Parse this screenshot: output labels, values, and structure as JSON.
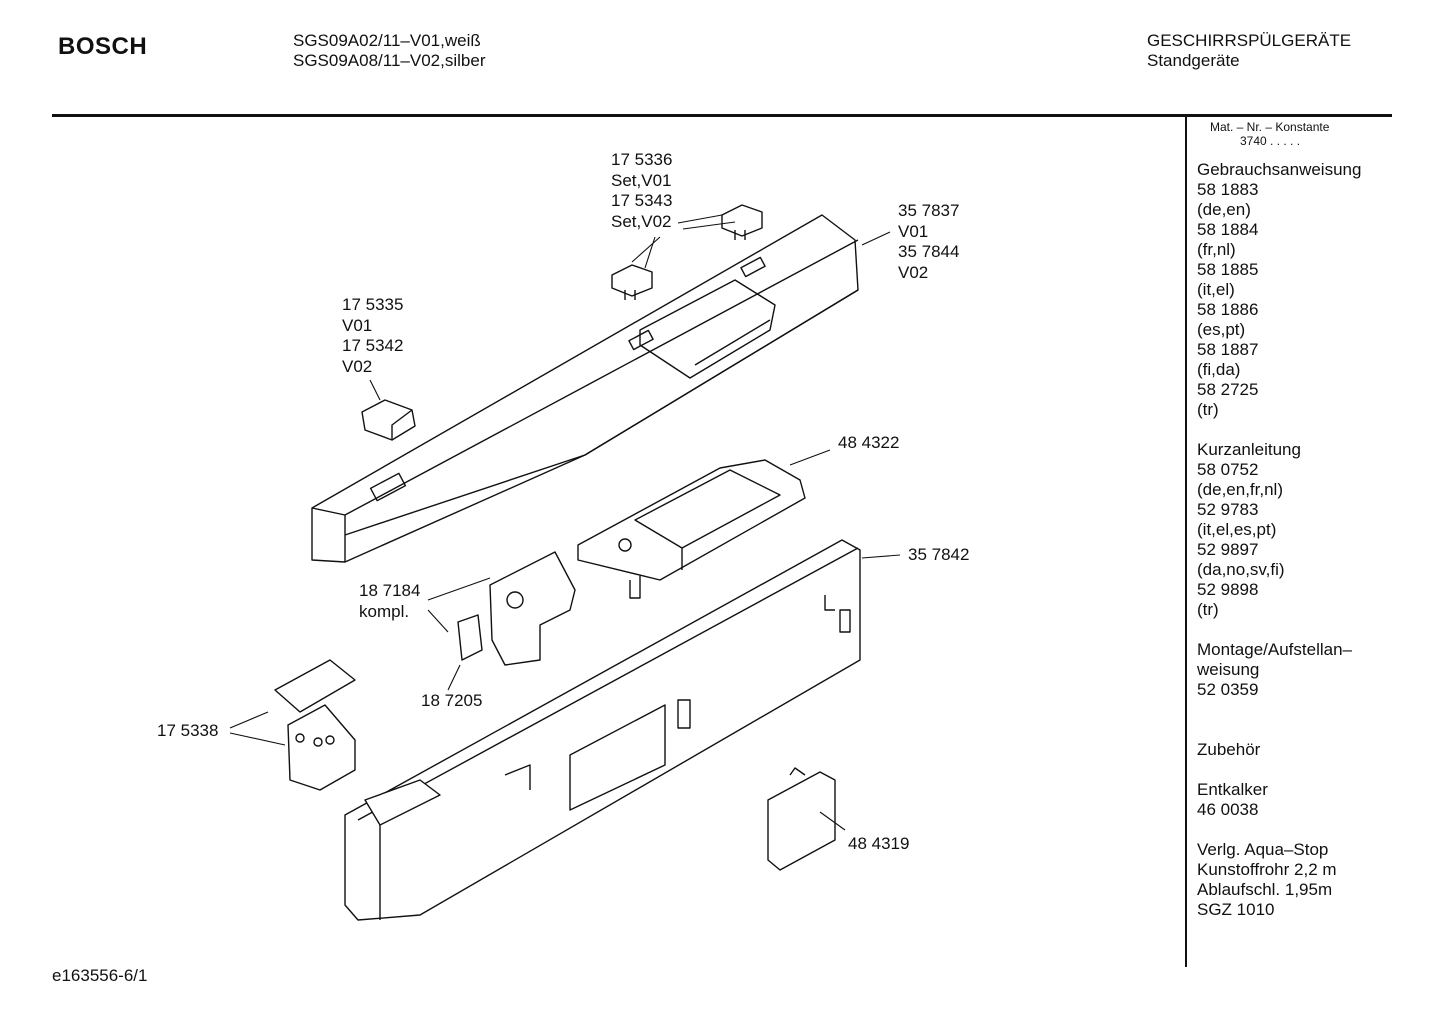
{
  "header": {
    "brand": "BOSCH",
    "model_line_1": "SGS09A02/11–V01,weiß",
    "model_line_2": "SGS09A08/11–V02,silber",
    "category_line_1": "GESCHIRRSPÜLGERÄTE",
    "category_line_2": "Standgeräte"
  },
  "sidebar": {
    "mat_label": "Mat. – Nr. – Konstante",
    "mat_value": "3740  .  .  .  .  .",
    "groups": [
      [
        "Gebrauchsanweisung",
        "58 1883",
        "(de,en)",
        "58 1884",
        "(fr,nl)",
        "58 1885",
        "(it,el)",
        "58 1886",
        "(es,pt)",
        "58 1887",
        "(fi,da)",
        "58 2725",
        "(tr)"
      ],
      [
        "Kurzanleitung",
        "58 0752",
        "(de,en,fr,nl)",
        "52 9783",
        "(it,el,es,pt)",
        "52 9897",
        "(da,no,sv,fi)",
        "52 9898",
        "(tr)"
      ],
      [
        "Montage/Aufstellan–",
        "weisung",
        "52 0359"
      ],
      [
        "Zubehör"
      ],
      [
        "Entkalker",
        "46 0038"
      ],
      [
        "Verlg. Aqua–Stop",
        "Kunstoffrohr 2,2 m",
        "Ablaufschl. 1,95m",
        "SGZ 1010"
      ]
    ]
  },
  "parts": {
    "p175336": [
      "17 5336",
      "Set,V01",
      "17 5343",
      "Set,V02"
    ],
    "p357837": [
      "35 7837",
      "V01",
      "35 7844",
      "V02"
    ],
    "p175335": [
      "17 5335",
      "V01",
      "17 5342",
      "V02"
    ],
    "p484322": [
      "48 4322"
    ],
    "p357842": [
      "35 7842"
    ],
    "p187184": [
      "18 7184",
      "kompl."
    ],
    "p187205": [
      "18 7205"
    ],
    "p175338": [
      "17 5338"
    ],
    "p484319": [
      "48 4319"
    ]
  },
  "footer": {
    "doc_id": "e163556-6/1"
  }
}
